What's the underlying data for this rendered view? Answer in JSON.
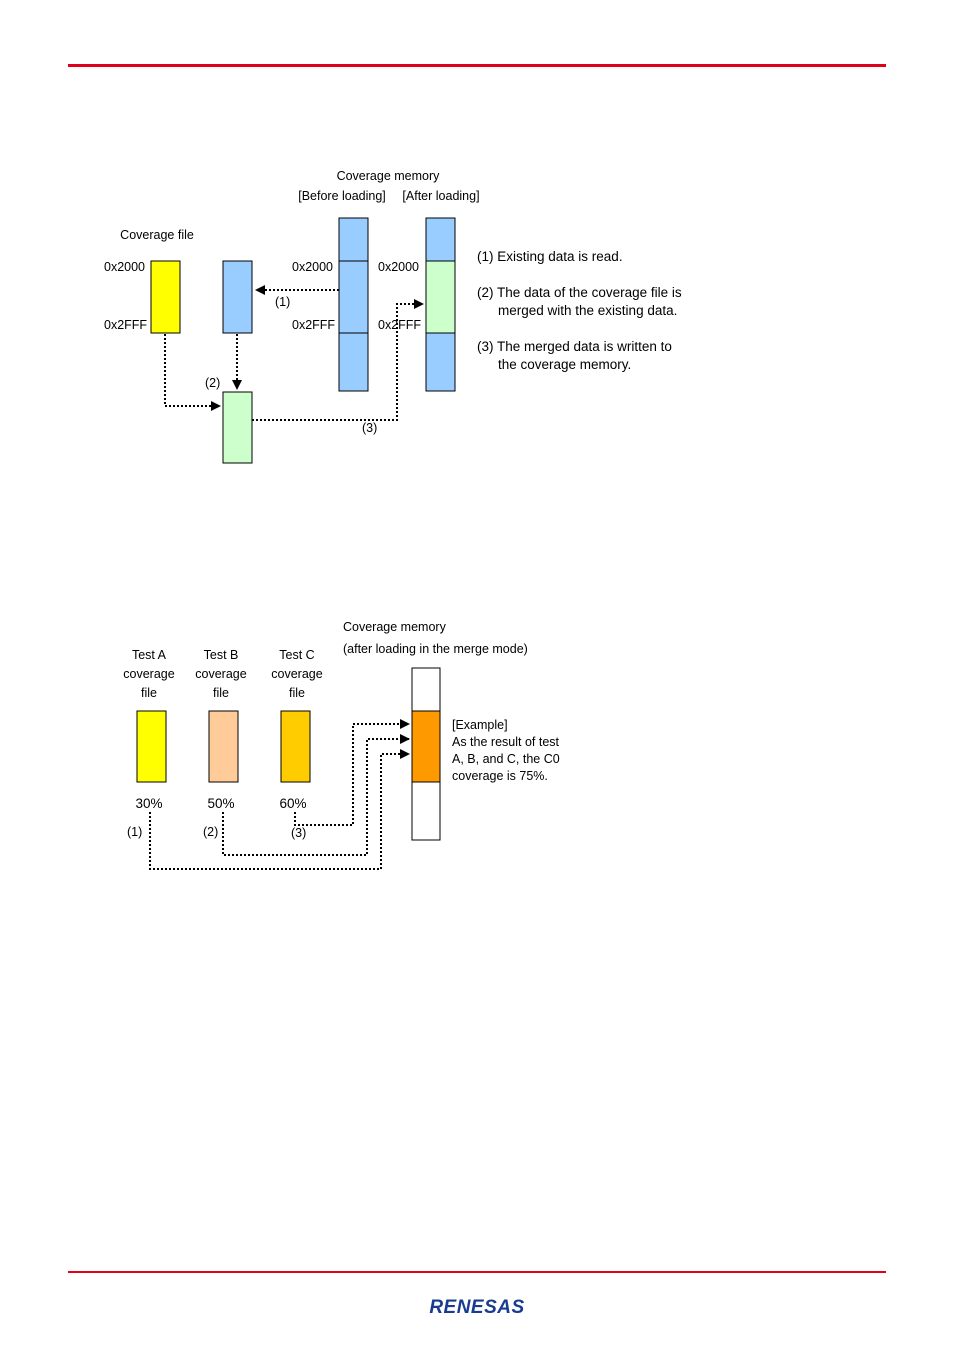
{
  "colors": {
    "rule": "#e0001a",
    "yellow": "#ffff00",
    "blue": "#99ccff",
    "green": "#ccffcc",
    "peach": "#ffcc99",
    "gold": "#ffcc00",
    "orange": "#ff9900",
    "logo": "#1a3c8f"
  },
  "diagram1": {
    "title": "Coverage memory",
    "before_label": "[Before loading]",
    "after_label": "[After loading]",
    "coverage_file_label": "Coverage file",
    "addr_start": "0x2000",
    "addr_end": "0x2FFF",
    "step1": "(1)",
    "step2": "(2)",
    "step3": "(3)",
    "notes": {
      "n1": "(1) Existing data is read.",
      "n2a": "(2) The data of the coverage file is",
      "n2b": "merged with the existing data.",
      "n3a": "(3) The merged data is written to",
      "n3b": "the coverage memory."
    }
  },
  "diagram2": {
    "title": "Coverage memory",
    "subtitle": "(after loading in the merge mode)",
    "tests": [
      {
        "l1": "Test A",
        "l2": "coverage",
        "l3": "file",
        "pct": "30%",
        "step": "(1)"
      },
      {
        "l1": "Test B",
        "l2": "coverage",
        "l3": "file",
        "pct": "50%",
        "step": "(2)"
      },
      {
        "l1": "Test C",
        "l2": "coverage",
        "l3": "file",
        "pct": "60%",
        "step": "(3)"
      }
    ],
    "example": {
      "l1": "[Example]",
      "l2": "As the result of test",
      "l3": "A, B, and C, the C0",
      "l4": "coverage is 75%."
    }
  },
  "footer": {
    "logo": "RENESAS"
  }
}
